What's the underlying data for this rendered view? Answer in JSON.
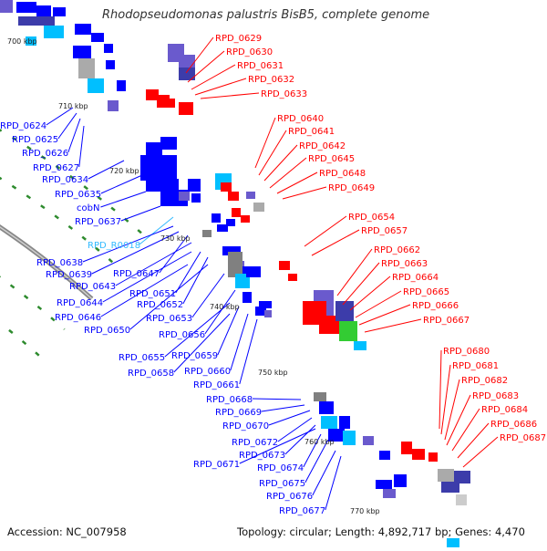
{
  "title": "Rhodopseudomonas palustris BisB5, complete genome",
  "footer": {
    "accession": "Accession: NC_007958",
    "topology": "Topology: circular; Length: 4,892,717 bp; Genes: 4,470"
  },
  "colors": {
    "plus_strand": "#ff0000",
    "minus_strand": "#0000ff",
    "rna": "#00bfff",
    "backbone": "#888888"
  },
  "kbp_ticks": [
    "700 kbp",
    "710 kbp",
    "720 kbp",
    "730 kbp",
    "740 kbp",
    "750 kbp",
    "760 kbp",
    "770 kbp"
  ],
  "labels_left": [
    "RPD_0624",
    "RPD_0625",
    "RPD_0626",
    "RPD_0627",
    "RPD_0634",
    "RPD_0635",
    "cobN",
    "RPD_0637",
    "RPD_R0018",
    "RPD_0638",
    "RPD_0639",
    "RPD_0647",
    "RPD_0643",
    "RPD_0651",
    "RPD_0644",
    "RPD_0652",
    "RPD_0646",
    "RPD_0650",
    "RPD_0653",
    "RPD_0656",
    "RPD_0655",
    "RPD_0659",
    "RPD_0658",
    "RPD_0660",
    "RPD_0661",
    "RPD_0668",
    "RPD_0669",
    "RPD_0670",
    "RPD_0672",
    "RPD_0673",
    "RPD_0671",
    "RPD_0674",
    "RPD_0675",
    "RPD_0676",
    "RPD_0677"
  ],
  "labels_right": [
    "RPD_0629",
    "RPD_0630",
    "RPD_0631",
    "RPD_0632",
    "RPD_0633",
    "RPD_0640",
    "RPD_0641",
    "RPD_0642",
    "RPD_0645",
    "RPD_0648",
    "RPD_0649",
    "RPD_0654",
    "RPD_0657",
    "RPD_0662",
    "RPD_0663",
    "RPD_0664",
    "RPD_0665",
    "RPD_0666",
    "RPD_0667",
    "RPD_0680",
    "RPD_0681",
    "RPD_0682",
    "RPD_0683",
    "RPD_0684",
    "RPD_0686",
    "RPD_0687"
  ]
}
